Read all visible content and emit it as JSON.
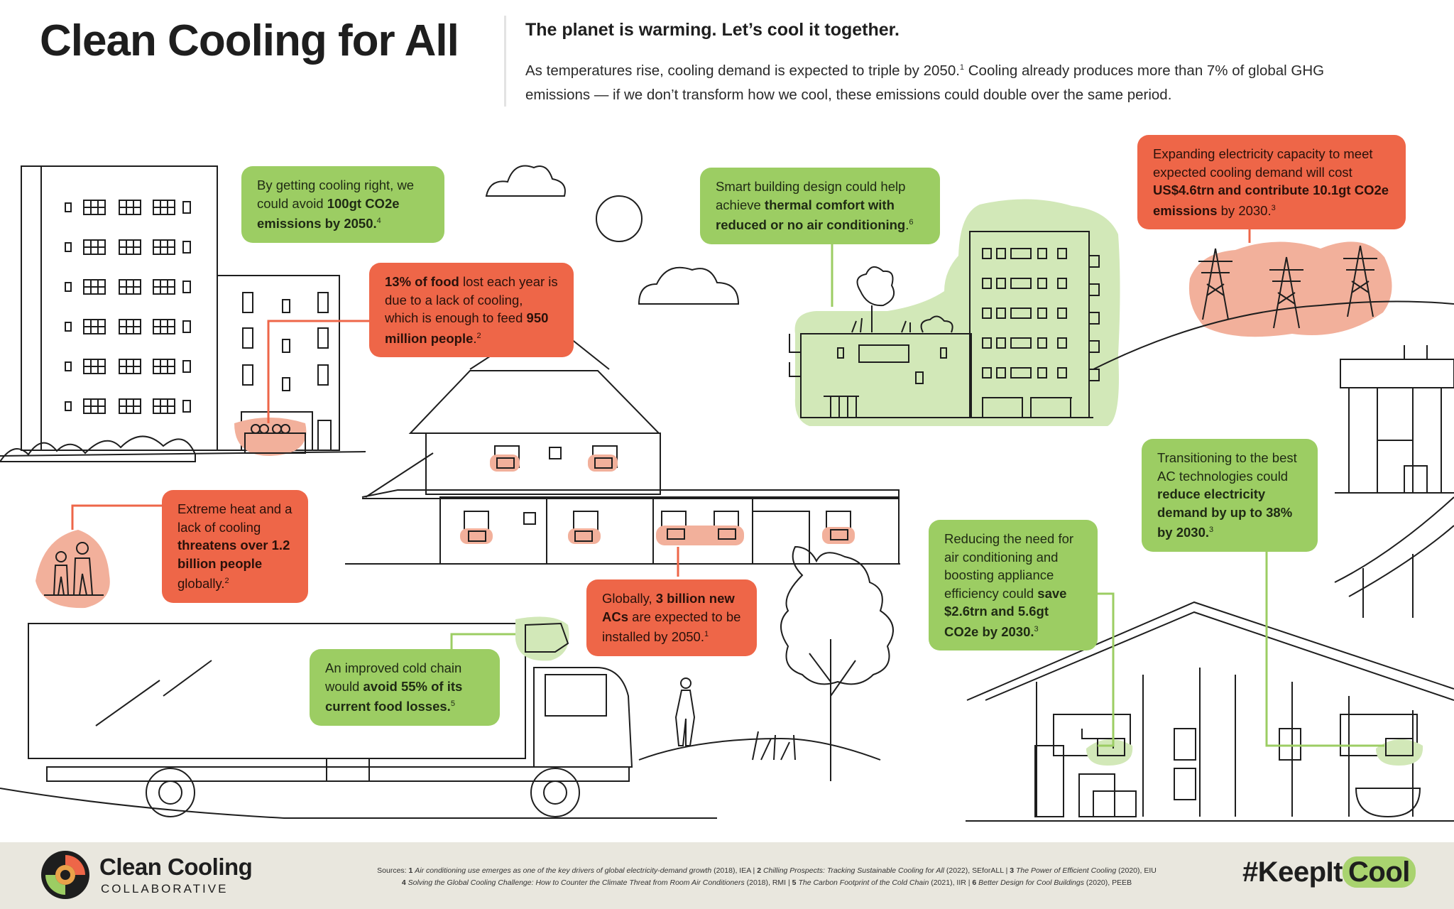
{
  "header": {
    "title": "Clean Cooling for All",
    "subhead": "The planet is warming. Let’s cool it together.",
    "intro_a": "As temperatures rise, cooling demand is expected to triple by 2050.",
    "intro_sup": "1",
    "intro_b": " Cooling already produces more than 7% of global GHG emissions — if we don’t transform how we cool, these emissions could double over the same period."
  },
  "callouts": {
    "c1": {
      "pre": "By getting cooling right, we could avoid ",
      "bold": "100gt CO2e emissions by 2050.",
      "post": "",
      "sup": "4"
    },
    "c2": {
      "bold": "13% of food",
      "mid": " lost each year is due to a lack of cooling, which is enough to feed ",
      "bold2": "950 million people",
      "post": ".",
      "sup": "2"
    },
    "c3": {
      "pre": "Smart building design could help achieve ",
      "bold": "thermal comfort with reduced or no air conditioning",
      "post": ".",
      "sup": "6"
    },
    "c4": {
      "pre": "Expanding electricity capacity to meet expected cooling demand will cost ",
      "bold": "US$4.6trn and contribute 10.1gt CO2e emissions",
      "post": " by 2030.",
      "sup": "3"
    },
    "c5": {
      "pre": "Extreme heat and a lack of cooling ",
      "bold": "threatens over 1.2 billion people",
      "post": " globally.",
      "sup": "2"
    },
    "c6": {
      "pre": "Globally, ",
      "bold": "3 billion new ACs",
      "post": " are expected to be installed by 2050.",
      "sup": "1"
    },
    "c7": {
      "pre": "An improved cold chain would ",
      "bold": "avoid 55% of its current food losses.",
      "post": "",
      "sup": "5"
    },
    "c8": {
      "pre": "Reducing the need for air conditioning and boosting appliance efficiency could ",
      "bold": "save $2.6trn and 5.6gt CO2e by 2030.",
      "post": "",
      "sup": "3"
    },
    "c9": {
      "pre": "Transitioning to the best AC technologies could ",
      "bold": "reduce electricity demand by up to 38% by 2030.",
      "post": "",
      "sup": "3"
    }
  },
  "footer": {
    "brand": "Clean Cooling",
    "brand_sub": "COLLABORATIVE",
    "sources_label": "Sources: ",
    "s1n": "1 ",
    "s1t": "Air conditioning use emerges as one of the key drivers of global electricity-demand growth",
    "s1y": " (2018), IEA | ",
    "s2n": "2 ",
    "s2t": "Chilling Prospects: Tracking Sustainable Cooling for All",
    "s2y": " (2022), SEforALL | ",
    "s3n": "3 ",
    "s3t": "The Power of Efficient Cooling",
    "s3y": " (2020), EIU",
    "s4n": "4 ",
    "s4t": "Solving the Global Cooling Challenge: How to Counter the Climate Threat from Room Air Conditioners",
    "s4y": " (2018), RMI | ",
    "s5n": "5 ",
    "s5t": "The Carbon Footprint of the Cold Chain",
    "s5y": " (2021), IIR | ",
    "s6n": "6 ",
    "s6t": "Better Design for Cool Buildings",
    "s6y": " (2020), PEEB",
    "hashtag_a": "#KeepIt",
    "hashtag_b": "Cool"
  },
  "colors": {
    "accent_green": "#9ccd63",
    "accent_red": "#ee6648",
    "pale_red": "#f2b09b",
    "pale_green": "#d2e8b8",
    "footer_bg": "#e9e7de"
  }
}
